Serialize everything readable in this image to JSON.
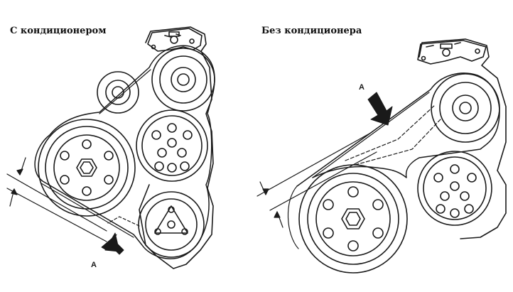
{
  "captions": {
    "with_ac": "С кондиционером",
    "without_ac": "Без кондиционера"
  },
  "markers": {
    "left_arrow_label": "A",
    "right_arrow_label": "A"
  },
  "colors": {
    "line": "#1a1a1a",
    "background": "#ffffff"
  }
}
